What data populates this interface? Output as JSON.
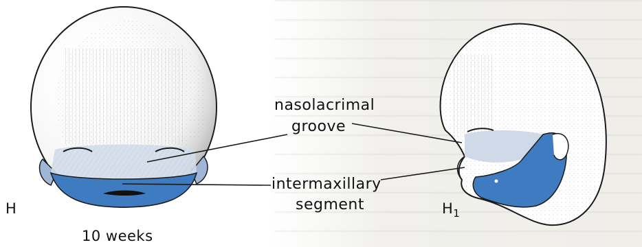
{
  "labels": {
    "nasolacrimal_line1": "nasolacrimal",
    "nasolacrimal_line2": "groove",
    "intermaxillary_line1": "intermaxillary",
    "intermaxillary_line2": "segment",
    "view_frontal": "H",
    "view_lateral": "H1",
    "age": "10 weeks"
  },
  "colors": {
    "segment_blue": "#3f7bc0",
    "face_light_blue": "#cfd9e8",
    "outline": "#1a1a1a"
  }
}
